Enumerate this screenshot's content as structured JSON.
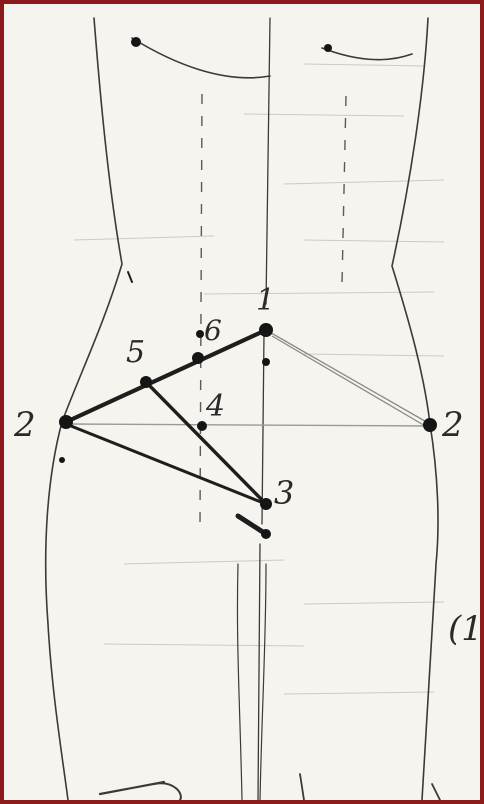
{
  "page": {
    "border_color": "#8b1a1a",
    "paper_color": "#f6f4ef",
    "ink_color": "#1e1e1e"
  },
  "labels": {
    "point_1": "1",
    "point_2_left": "2",
    "point_2_right": "2",
    "point_3": "3",
    "point_4": "4",
    "point_5": "5",
    "point_6": "6",
    "margin_note": "(1"
  }
}
